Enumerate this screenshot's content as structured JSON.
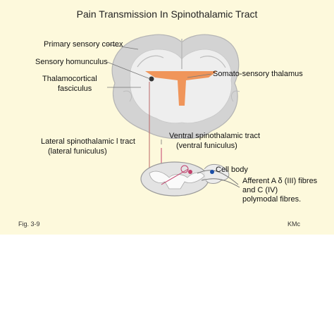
{
  "title": "Pain Transmission In Spinothalamic Tract",
  "labels": {
    "primary_sensory_cortex": "Primary sensory cortex",
    "sensory_homunculus": "Sensory homunculus",
    "thalamocortical_1": "Thalamocortical",
    "thalamocortical_2": "fasciculus",
    "somatosensory_thalamus": "Somato-sensory thalamus",
    "lateral_tract_1": "Lateral spinothalamic l tract",
    "lateral_tract_2": "(lateral funiculus)",
    "ventral_tract_1": "Ventral spinothalamic tract",
    "ventral_tract_2": "(ventral funiculus)",
    "cell_body": "Cell body",
    "afferent_1": "Afferent A δ (III) fibres",
    "afferent_2": "and C (IV)",
    "afferent_3": "polymodal fibres."
  },
  "figure_number": "Fig. 3-9",
  "credit": "KMc",
  "colors": {
    "background": "#fdf9dc",
    "brain": "#d6d6d6",
    "thalamus": "#f0955a",
    "tract": "#c2406b"
  }
}
